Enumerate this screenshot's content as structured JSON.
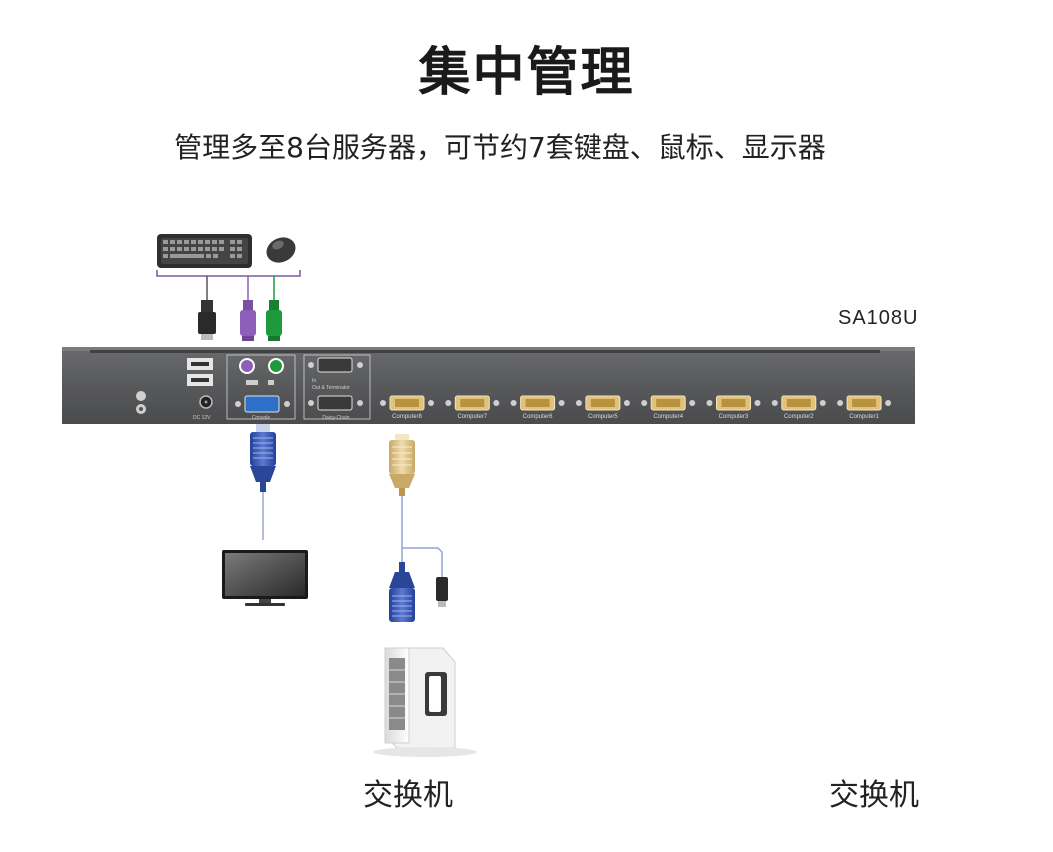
{
  "title": "集中管理",
  "subtitle": "管理多至8台服务器，可节约7套键盘、鼠标、显示器",
  "model": "SA108U",
  "ports": [
    "Computer8",
    "Computer7",
    "Computer6",
    "Computer5",
    "Computer4",
    "Computer3",
    "Computer2",
    "Computer1"
  ],
  "panel_labels": {
    "console": "Console",
    "daisy_chain": "Daisy-Chain",
    "in": "In",
    "out": "Out & Terminator",
    "dc": "DC 12V"
  },
  "devices": {
    "left_label": "交换机",
    "right_label": "交换机"
  },
  "colors": {
    "chassis": "#58595b",
    "ps2_purple": "#8e5fb8",
    "ps2_green": "#1e9a3c",
    "vga_blue": "#2e4da7",
    "db_gold": "#d4b577"
  }
}
